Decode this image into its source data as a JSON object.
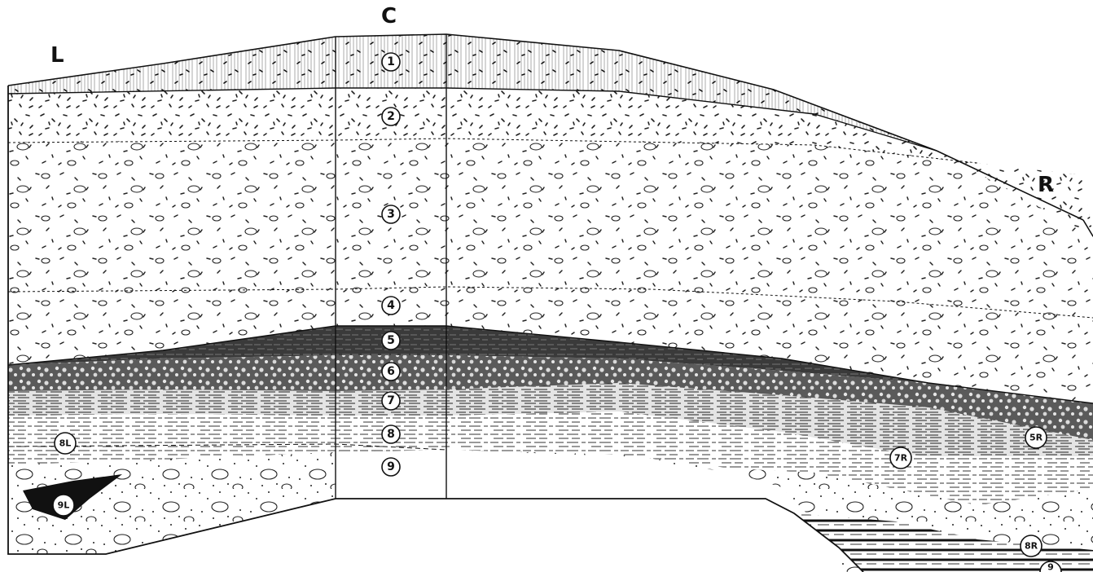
{
  "section": {
    "side_letters": {
      "left": "L",
      "center": "C",
      "right": "R"
    },
    "layers": [
      {
        "id": "1",
        "label": "1"
      },
      {
        "id": "2",
        "label": "2"
      },
      {
        "id": "3",
        "label": "3"
      },
      {
        "id": "4",
        "label": "4"
      },
      {
        "id": "5",
        "label": "5"
      },
      {
        "id": "6",
        "label": "6"
      },
      {
        "id": "7",
        "label": "7"
      },
      {
        "id": "8",
        "label": "8"
      },
      {
        "id": "9",
        "label": "9"
      }
    ],
    "side_labels": {
      "8L": "8L",
      "9L": "9L",
      "7R": "7R",
      "5R": "5R",
      "8R": "8R",
      "9R": "9"
    }
  }
}
